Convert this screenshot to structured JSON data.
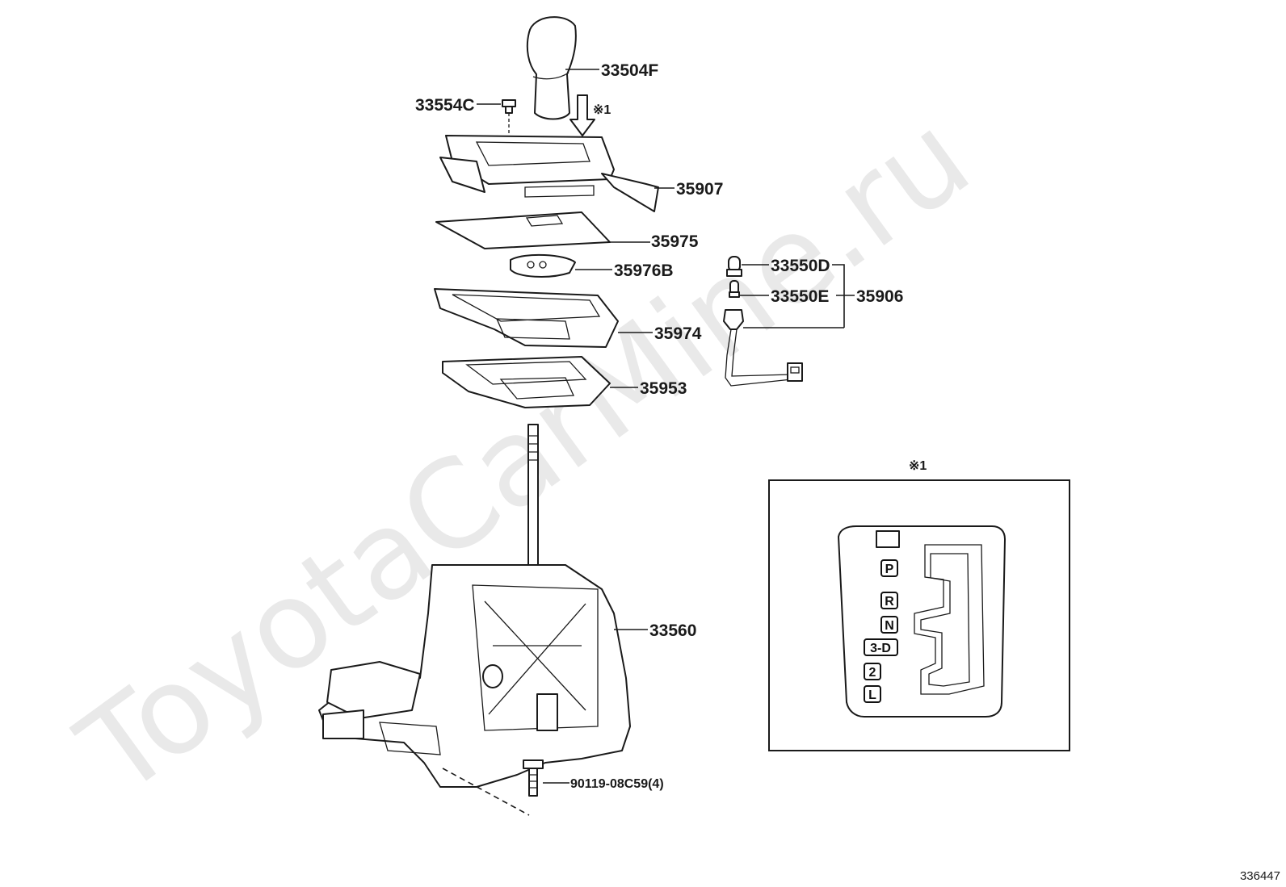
{
  "watermark": "ToyotaCarMine.ru",
  "sheet_id": "336447",
  "note_symbol": "※1",
  "parts": {
    "knob": "33504F",
    "clip": "33554C",
    "housing_cover": "35907",
    "dust_cover": "35975",
    "slide_plate": "35976B",
    "indicator_base": "35974",
    "retainer": "35953",
    "bulb_d": "33550D",
    "bulb_e": "33550E",
    "wire_assy": "35906",
    "shift_lever_assy": "33560",
    "bolt": "90119-08C59(4)"
  },
  "inset": {
    "title": "※1",
    "positions": [
      "P",
      "R",
      "N",
      "3-D",
      "2",
      "L"
    ]
  }
}
